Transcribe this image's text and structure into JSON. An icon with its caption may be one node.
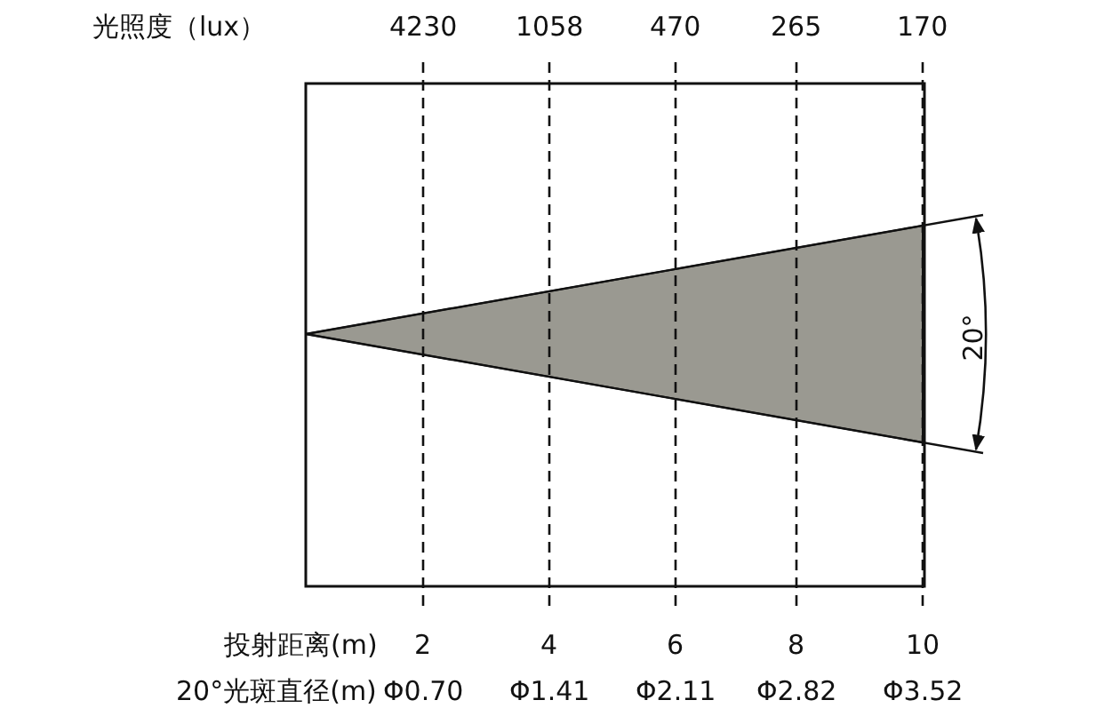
{
  "diagram": {
    "labels": [
      "光照度（lux）",
      "4230",
      "1058",
      "470",
      "265",
      "170",
      "20°",
      "投射距离(m)",
      "2",
      "4",
      "6",
      "8",
      "10",
      "20°光斑直径(m)",
      "Φ0.70",
      "Φ1.41",
      "Φ2.11",
      "Φ2.82",
      "Φ3.52"
    ]
  }
}
